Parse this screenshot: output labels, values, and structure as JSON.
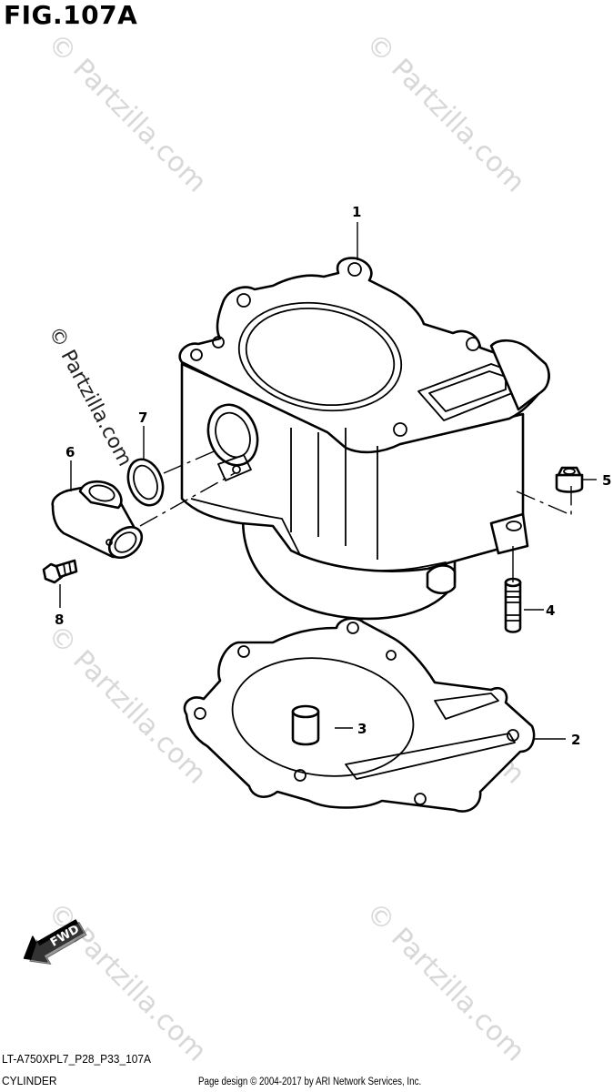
{
  "figure": {
    "title": "FIG.107A",
    "model_code": "LT-A750XPL7_P28_P33_107A",
    "section_name": "CYLINDER",
    "copyright": "Page design © 2004-2017 by ARI Network Services, Inc."
  },
  "watermark": {
    "text": "© Partzilla.com",
    "color": "#d8d8d8"
  },
  "arrow": {
    "label": "FWD"
  },
  "callouts": {
    "c1": "1",
    "c2": "2",
    "c3": "3",
    "c4": "4",
    "c5": "5",
    "c6": "6",
    "c7": "7",
    "c8": "8"
  }
}
